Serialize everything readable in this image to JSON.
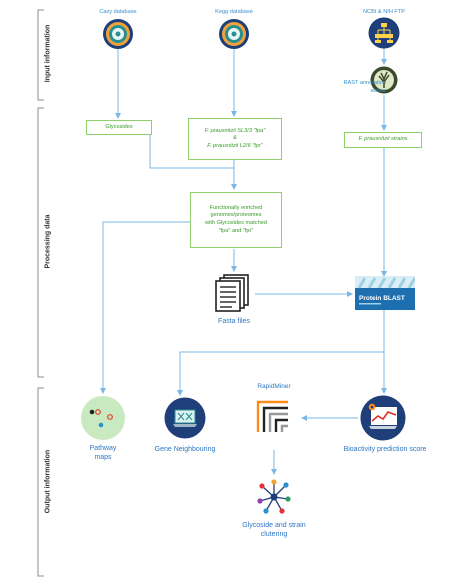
{
  "sections": {
    "input": "Input information",
    "processing": "Processing data",
    "output": "Output information"
  },
  "sources": {
    "cazy": "Cazy database",
    "kegg": "Kegg database",
    "ncbi": "NCBI & NIH FTP",
    "rast": "RAST annotation server"
  },
  "boxes": {
    "glycosides": "Glycosides",
    "kegg_line1": "F. prausnitzii SL3/3 \"fpa\"",
    "kegg_amp": "&",
    "kegg_line2": "F. prausnitzii L2/6 \"fpr\"",
    "strains": "F. prausnitzii strains",
    "enriched_line1": "Functionally enriched",
    "enriched_line2": "genomes/proteomes",
    "enriched_line3": "with Glycosides matched",
    "enriched_line4": "\"fpa\" and \"fpr\""
  },
  "nodes": {
    "fasta": "Fasta files",
    "blast_title": "Protein BLAST",
    "rapidminer": "RapidMiner",
    "pathway_line1": "Pathway",
    "pathway_line2": "maps",
    "gene_neighbouring": "Gene  Neighbouring",
    "bioactivity": "Bioactivity prediction score",
    "cluster_line1": "Glycoside and strain",
    "cluster_line2": "clutering"
  },
  "colors": {
    "arrow": "#7ab8e8",
    "green_border": "#8fd06a",
    "green_text": "#3a9a2a",
    "blue_text": "#2d77c4",
    "navy": "#1f3f7a",
    "orange": "#f2a23a",
    "teal": "#2a8f90"
  }
}
